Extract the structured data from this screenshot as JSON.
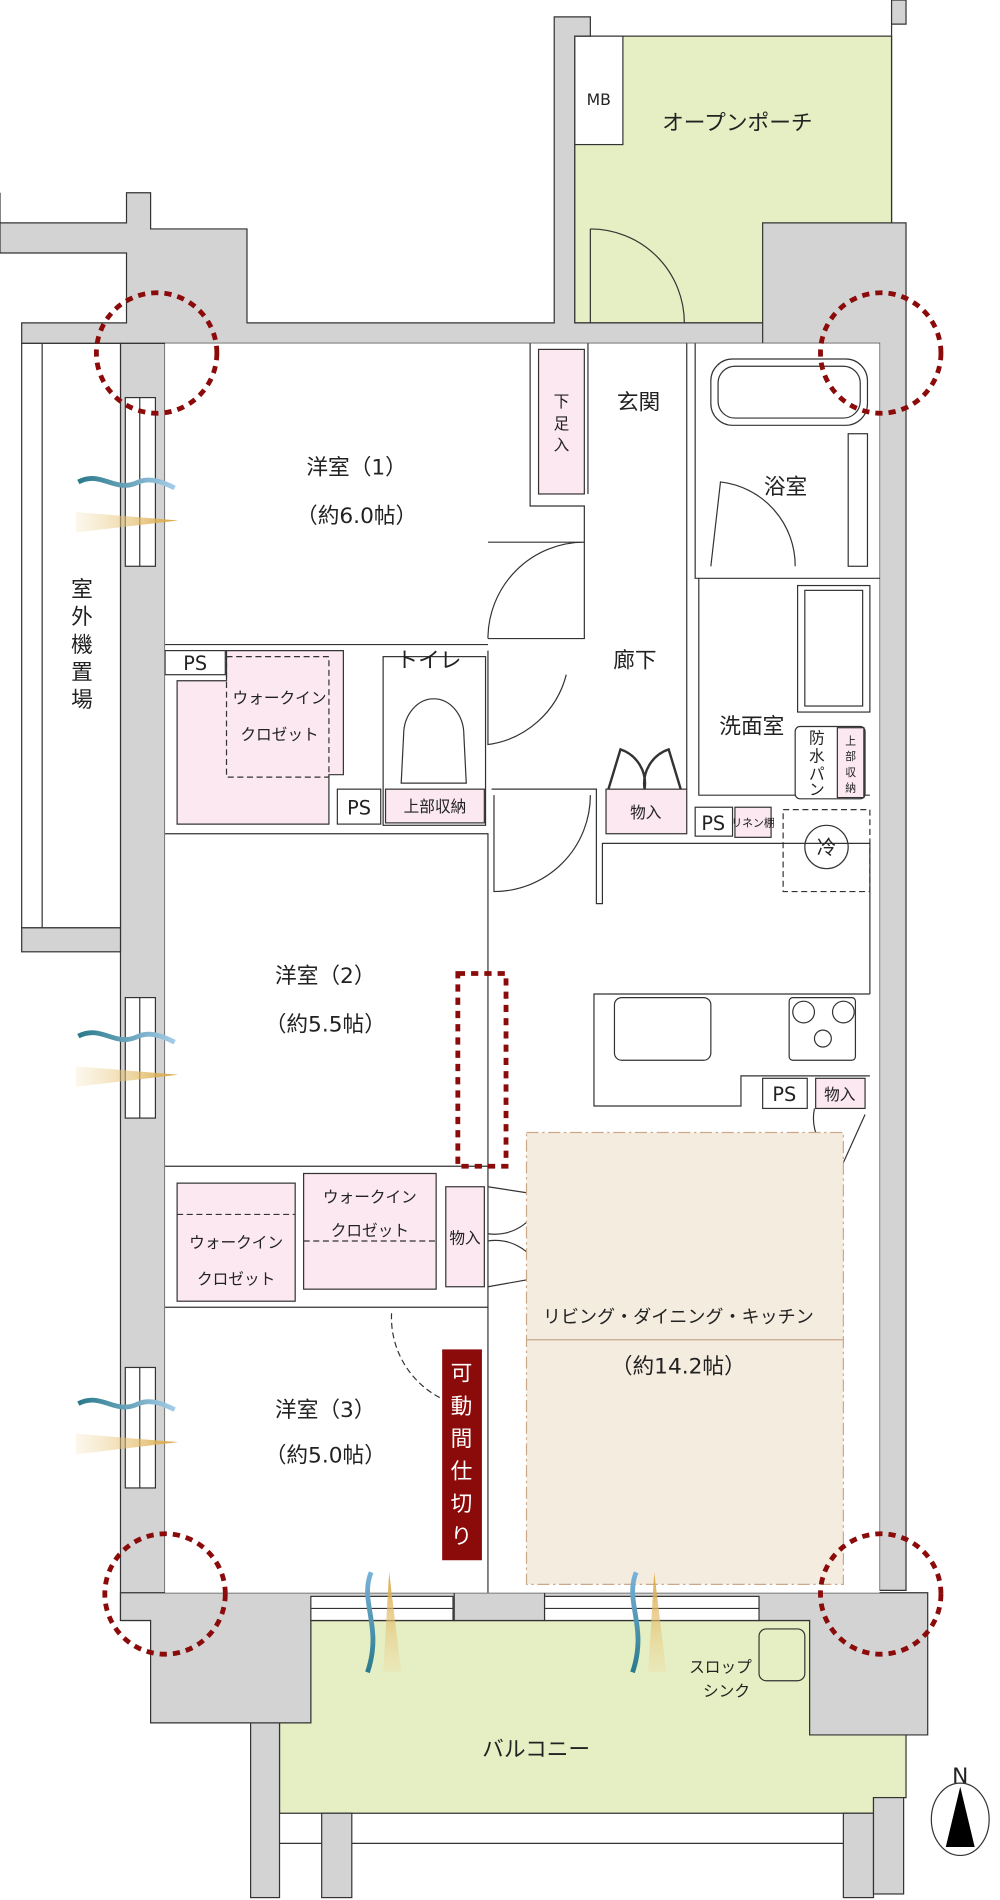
{
  "rooms": {
    "porch": "オープンポーチ",
    "mb": "MB",
    "bedroom1": {
      "name": "洋室（1）",
      "size": "（約6.0帖）"
    },
    "bedroom2": {
      "name": "洋室（2）",
      "size": "（約5.5帖）"
    },
    "bedroom3": {
      "name": "洋室（3）",
      "size": "（約5.0帖）"
    },
    "entrance": "玄関",
    "shoe_storage": [
      "下",
      "足",
      "入"
    ],
    "bath": "浴室",
    "hallway": "廊下",
    "washroom": "洗面室",
    "waterproof_pan": [
      "防",
      "水",
      "パ",
      "ン"
    ],
    "upper_storage_v": [
      "上",
      "部",
      "収",
      "納"
    ],
    "toilet": "トイレ",
    "toilet_upper_storage": "上部収納",
    "storage": "物入",
    "linen": "リネン棚",
    "fridge": "冷",
    "wic_line1": "ウォークイン",
    "wic_line2": "クロゼット",
    "ps": "PS",
    "ldk": {
      "name": "リビング・ダイニング・キッチン",
      "size": "（約14.2帖）"
    },
    "movable_partition": [
      "可",
      "動",
      "間",
      "仕",
      "切",
      "り"
    ],
    "outdoor_unit": [
      "室",
      "外",
      "機",
      "置",
      "場"
    ],
    "balcony": "バルコニー",
    "slop_sink": [
      "スロップ",
      "シンク"
    ],
    "north": "N"
  },
  "colors": {
    "wall": "#d3d3d3",
    "outdoor_green": "#e6efc3",
    "storage_pink": "#fbe8f0",
    "ldk_beige": "#f5ece0",
    "accent_red": "#8b0a0a"
  }
}
